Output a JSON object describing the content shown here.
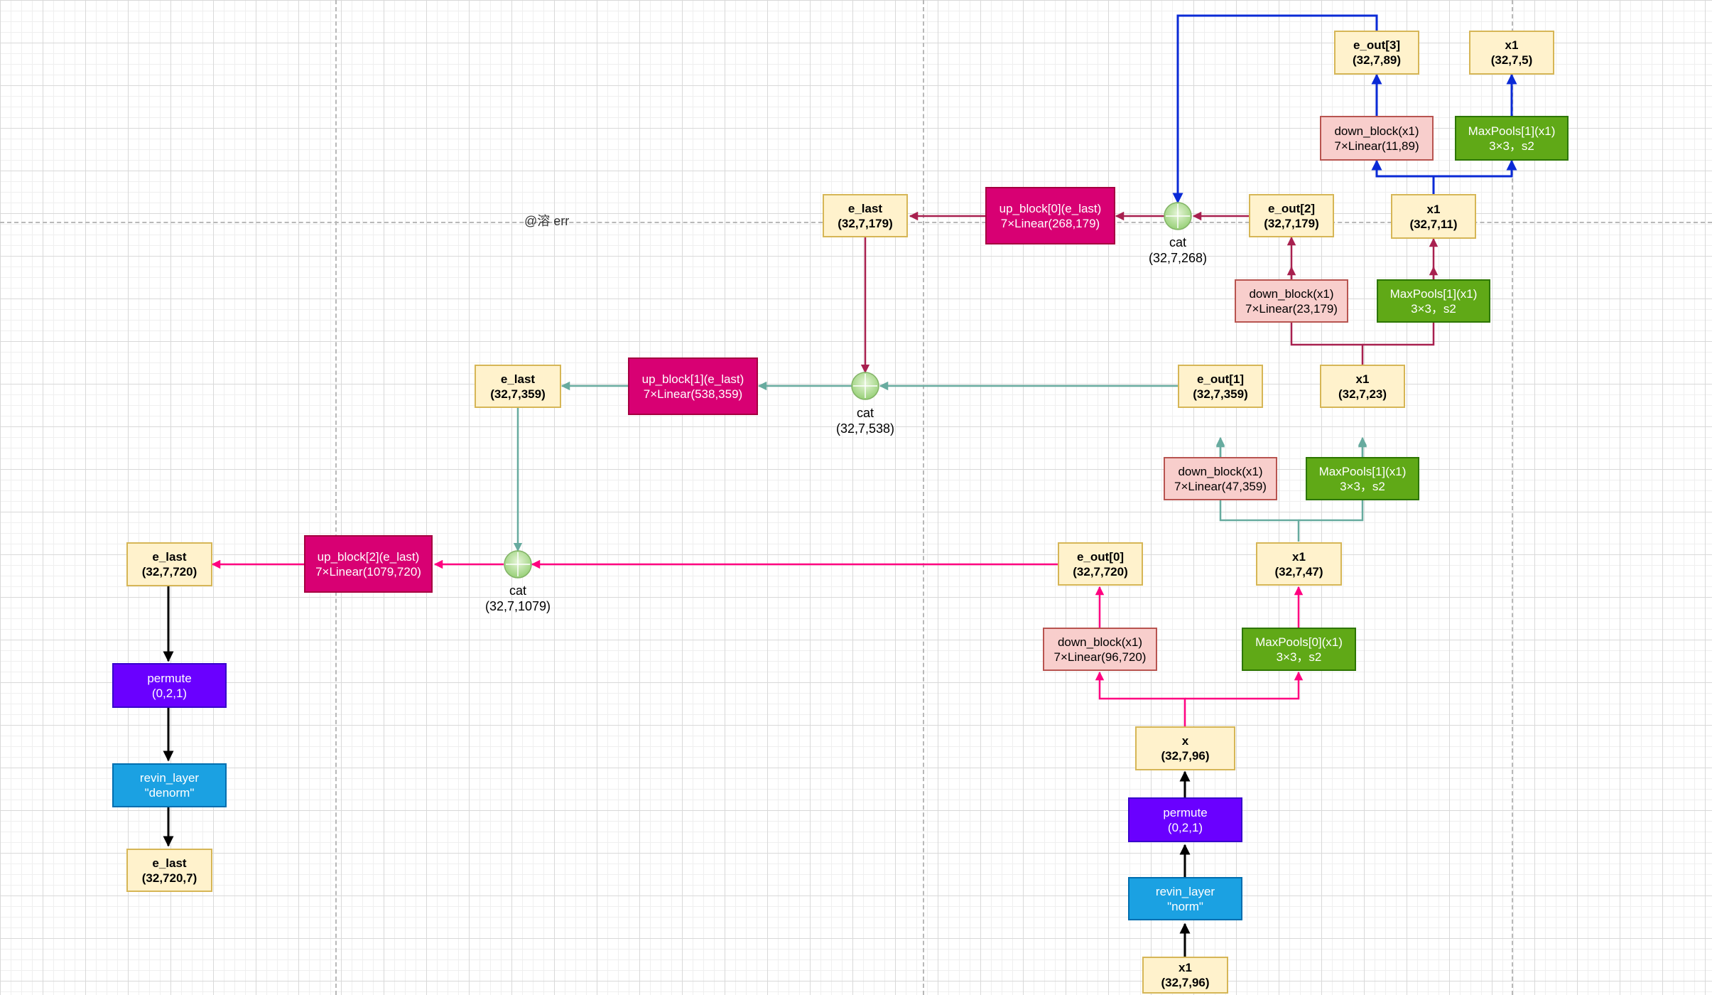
{
  "watermark": "@溶 err",
  "colors": {
    "blue_path": "#0a2ad6",
    "maroon_path": "#a8204f",
    "teal_path": "#67ab9f",
    "magenta_path": "#ff0080",
    "black_path": "#000000"
  },
  "nodes": {
    "e_out3": {
      "l1": "e_out[3]",
      "l2": "(32,7,89)"
    },
    "x1_d3": {
      "l1": "x1",
      "l2": "(32,7,5)"
    },
    "down3": {
      "l1": "down_block(x1)",
      "l2": "7×Linear(11,89)"
    },
    "pool3": {
      "l1": "MaxPools[1](x1)",
      "l2": "3×3，s2"
    },
    "elast0": {
      "l1": "e_last",
      "l2": "(32,7,179)"
    },
    "up0": {
      "l1": "up_block[0](e_last)",
      "l2": "7×Linear(268,179)"
    },
    "e_out2": {
      "l1": "e_out[2]",
      "l2": "(32,7,179)"
    },
    "x1_d2": {
      "l1": "x1",
      "l2": "(32,7,11)"
    },
    "down2": {
      "l1": "down_block(x1)",
      "l2": "7×Linear(23,179)"
    },
    "pool2": {
      "l1": "MaxPools[1](x1)",
      "l2": "3×3，s2"
    },
    "elast1": {
      "l1": "e_last",
      "l2": "(32,7,359)"
    },
    "up1": {
      "l1": "up_block[1](e_last)",
      "l2": "7×Linear(538,359)"
    },
    "e_out1": {
      "l1": "e_out[1]",
      "l2": "(32,7,359)"
    },
    "x1_d1": {
      "l1": "x1",
      "l2": "(32,7,23)"
    },
    "down1": {
      "l1": "down_block(x1)",
      "l2": "7×Linear(47,359)"
    },
    "pool1": {
      "l1": "MaxPools[1](x1)",
      "l2": "3×3，s2"
    },
    "elast2": {
      "l1": "e_last",
      "l2": "(32,7,720)"
    },
    "up2": {
      "l1": "up_block[2](e_last)",
      "l2": "7×Linear(1079,720)"
    },
    "e_out0": {
      "l1": "e_out[0]",
      "l2": "(32,7,720)"
    },
    "x1_d0": {
      "l1": "x1",
      "l2": "(32,7,47)"
    },
    "down0": {
      "l1": "down_block(x1)",
      "l2": "7×Linear(96,720)"
    },
    "pool0": {
      "l1": "MaxPools[0](x1)",
      "l2": "3×3，s2"
    },
    "x_in": {
      "l1": "x",
      "l2": "(32,7,96)"
    },
    "perm_in": {
      "l1": "permute",
      "l2": "(0,2,1)"
    },
    "revin_in": {
      "l1": "revin_layer",
      "l2": "\"norm\""
    },
    "x1_in": {
      "l1": "x1",
      "l2": "(32,7,96)"
    },
    "perm_out": {
      "l1": "permute",
      "l2": "(0,2,1)"
    },
    "revin_out": {
      "l1": "revin_layer",
      "l2": "\"denorm\""
    },
    "elast_out": {
      "l1": "e_last",
      "l2": "(32,720,7)"
    }
  },
  "cats": {
    "cat0": {
      "l1": "cat",
      "l2": "(32,7,268)"
    },
    "cat1": {
      "l1": "cat",
      "l2": "(32,7,538)"
    },
    "cat2": {
      "l1": "cat",
      "l2": "(32,7,1079)"
    }
  }
}
